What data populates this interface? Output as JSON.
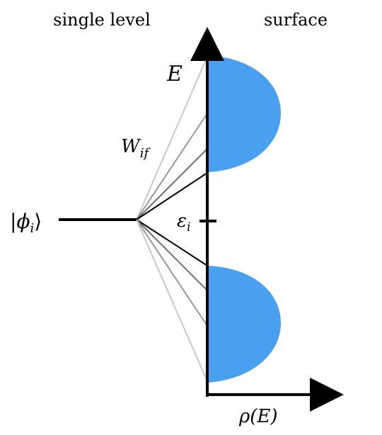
{
  "labels": {
    "single_level": "single level",
    "surface": "surface",
    "energy_axis": "E",
    "coupling": "W",
    "coupling_sub": "if",
    "state_ket_open": "|",
    "state_symbol": "ϕ",
    "state_sub": "i",
    "state_ket_close": "⟩",
    "level_energy": "ε",
    "level_energy_sub": "i",
    "dos_axis": "ρ(E)"
  },
  "colors": {
    "band_fill": "#4aa0f0",
    "axis": "#000000",
    "level_line": "#000000",
    "coupling_lines": [
      "#c8c8c8",
      "#969696",
      "#6e6e6e",
      "#3c3c3c",
      "#000000"
    ]
  },
  "bands": {
    "upper": "conduction-like band (upper lobe)",
    "lower": "valence-like band (lower lobe)"
  }
}
